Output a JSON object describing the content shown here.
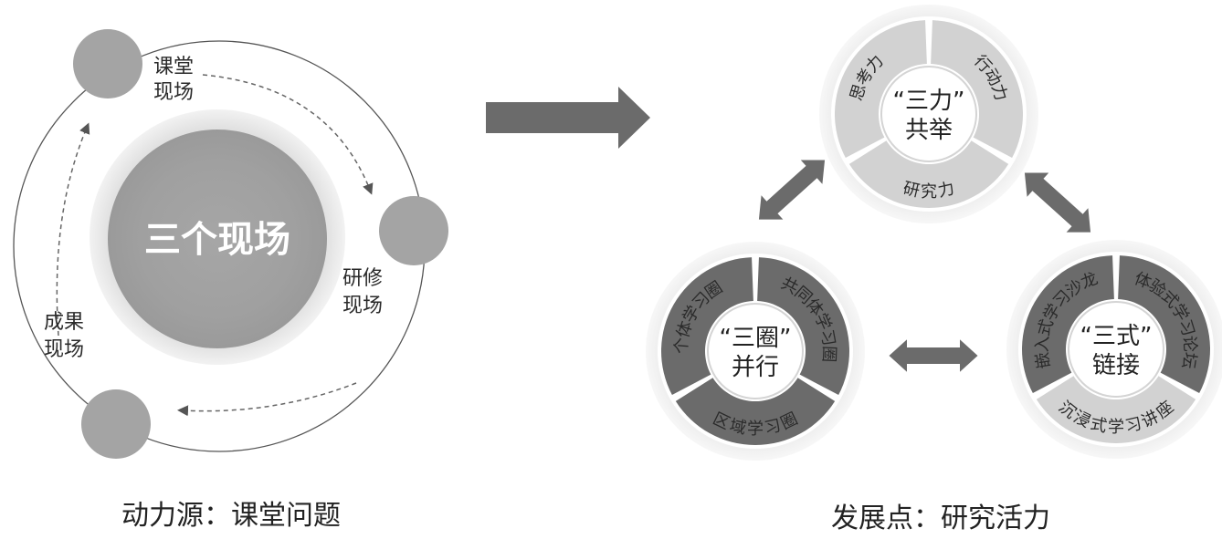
{
  "left": {
    "center_label": "三个现场",
    "node_classroom": [
      "课堂",
      "现场"
    ],
    "node_research": [
      "研修",
      "现场"
    ],
    "node_result": [
      "成果",
      "现场"
    ],
    "caption": "动力源：课堂问题"
  },
  "right": {
    "caption": "发展点：研究活力",
    "top_ring": {
      "center": [
        "“三力”",
        "共举"
      ],
      "seg_left": "思考力",
      "seg_right": "行动力",
      "seg_bottom": "研究力"
    },
    "left_ring": {
      "center": [
        "“三圈”",
        "并行"
      ],
      "seg_left": "个体学习圈",
      "seg_right": "共同体学习圈",
      "seg_bottom": "区域学习圈"
    },
    "right_ring": {
      "center": [
        "“三式”",
        "链接"
      ],
      "seg_left": "嵌入式学习沙龙",
      "seg_right": "体验式学习论坛",
      "seg_bottom": "沉浸式学习讲座"
    }
  },
  "colors": {
    "dark_segment": "#6b6b6b",
    "light_segment": "#d2d2d2",
    "node": "#a4a4a4",
    "arrow": "#6b6b6b"
  }
}
